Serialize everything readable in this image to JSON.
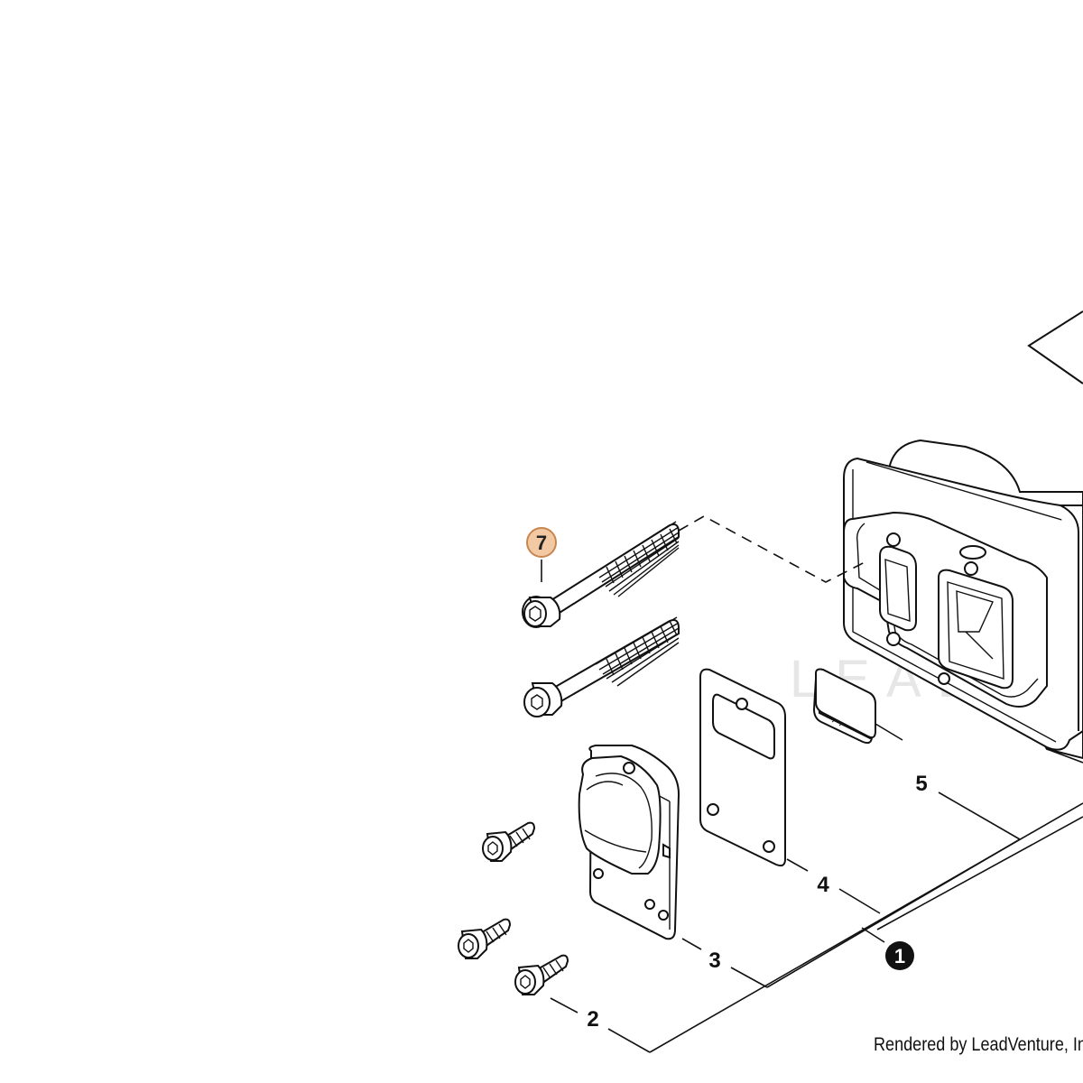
{
  "callouts": [
    {
      "label": "7",
      "highlighted": true
    },
    {
      "label": "5"
    },
    {
      "label": "4"
    },
    {
      "label": "3"
    },
    {
      "label": "2"
    },
    {
      "label": "1",
      "inverted": true
    }
  ],
  "watermark": "LEADVENTURE",
  "credit": "Rendered by LeadVenture, Inc.",
  "colors": {
    "highlight_fill": "#f3c9a3",
    "highlight_stroke": "#c8864f",
    "line": "#111111"
  }
}
